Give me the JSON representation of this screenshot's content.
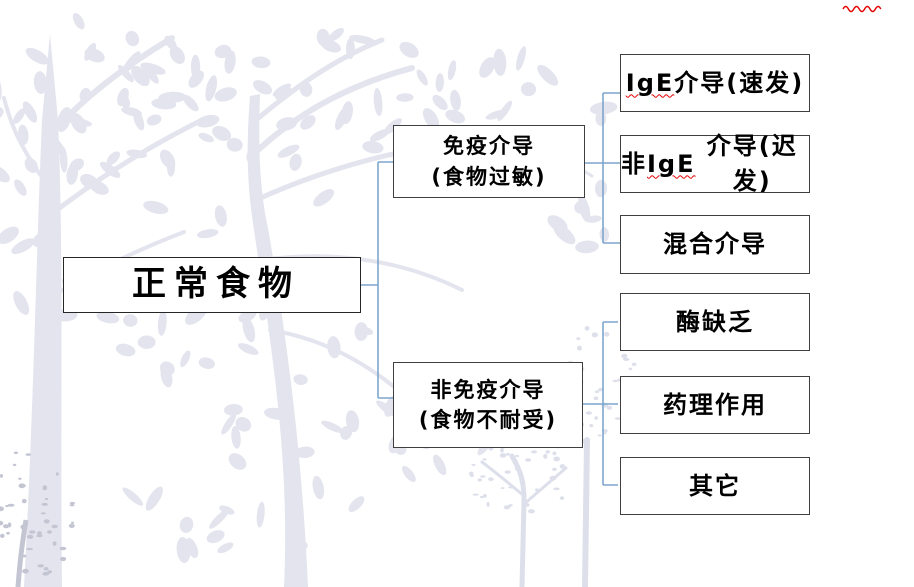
{
  "diagram": {
    "root": {
      "label": "正常食物"
    },
    "branches": [
      {
        "line1": "免疫介导",
        "line2": "(食物过敏)",
        "children": [
          {
            "prefix": "",
            "ige": "IgE",
            "suffix": "介导(速发)"
          },
          {
            "prefix": "非",
            "ige": "IgE",
            "suffix": "介导(迟发)"
          },
          {
            "label": "混合介导"
          }
        ]
      },
      {
        "line1": "非免疫介导",
        "line2": "(食物不耐受)",
        "children": [
          {
            "label": "酶缺乏"
          },
          {
            "label": "药理作用"
          },
          {
            "label": "其它"
          }
        ]
      }
    ]
  },
  "colors": {
    "connector": "#7ea6cd",
    "box_border": "#3f3f3f",
    "text": "#000000",
    "spellcheck_underline": "#e40000",
    "tree_light": "#e3e4ee",
    "tree_speckle": "#dde0ea",
    "bush_dark": "#c3c6d2"
  },
  "icons": {
    "red_squiggle": "decorative-red-wavy-mark"
  }
}
